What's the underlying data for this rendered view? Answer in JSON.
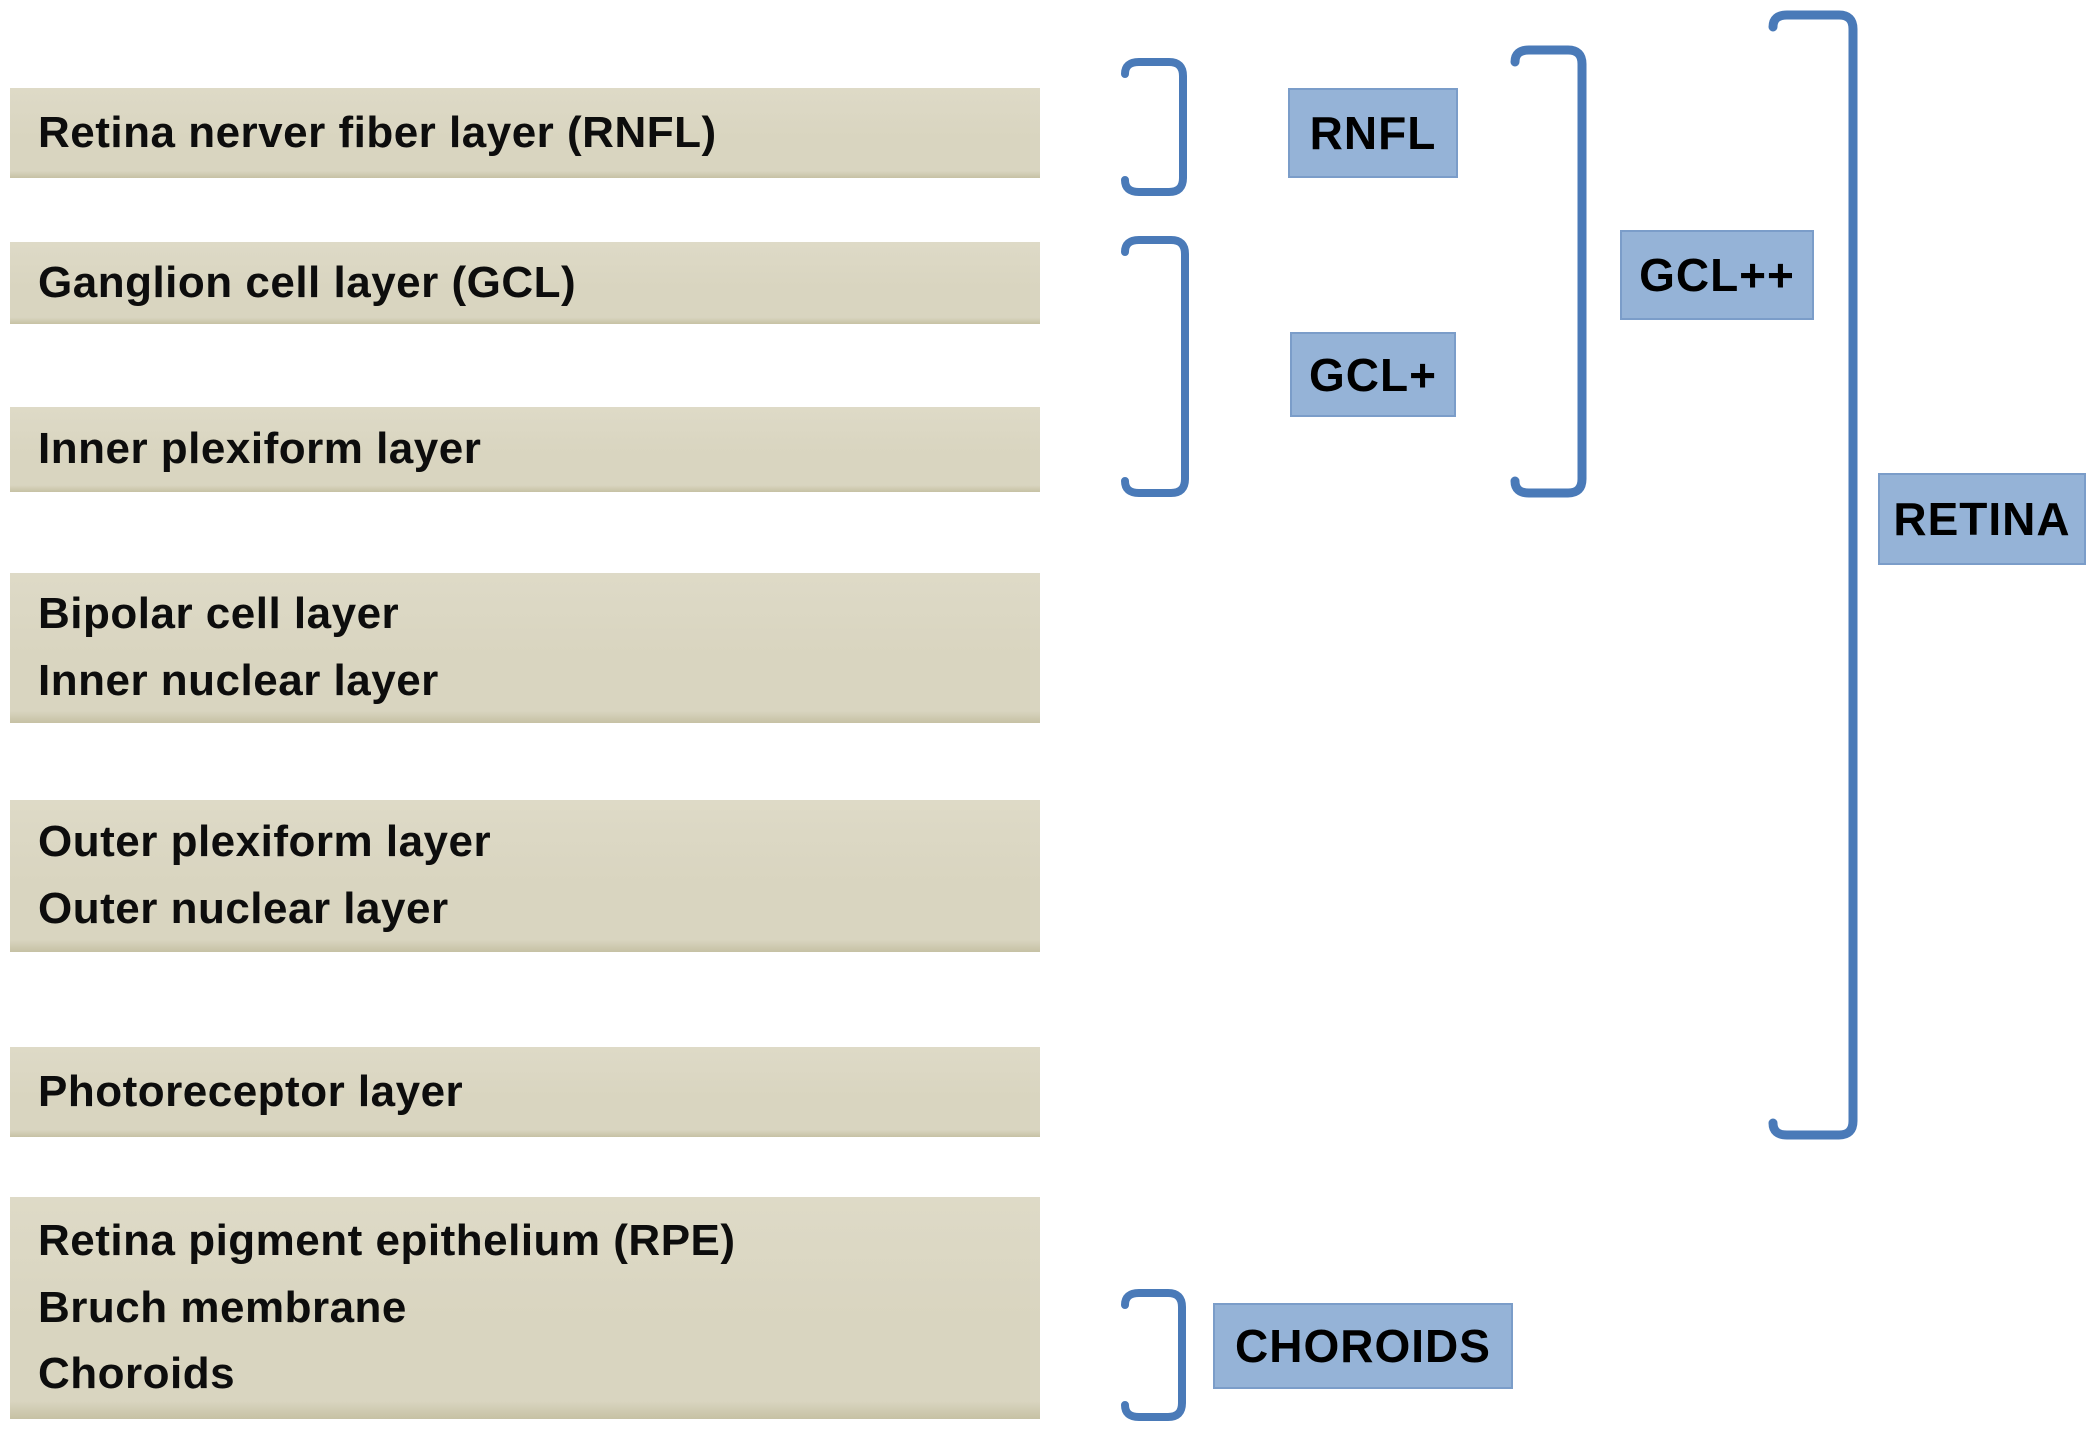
{
  "layers": [
    {
      "lines": [
        "Retina nerver fiber layer (RNFL)"
      ]
    },
    {
      "lines": [
        "Ganglion cell layer (GCL)"
      ]
    },
    {
      "lines": [
        "Inner plexiform layer"
      ]
    },
    {
      "lines": [
        "Bipolar cell layer",
        "Inner nuclear layer"
      ]
    },
    {
      "lines": [
        "Outer plexiform layer",
        "Outer nuclear layer"
      ]
    },
    {
      "lines": [
        "Photoreceptor layer"
      ]
    },
    {
      "lines": [
        "Retina pigment epithelium (RPE)",
        "Bruch membrane",
        "Choroids"
      ]
    }
  ],
  "tags": {
    "rnfl": "RNFL",
    "gcl_plus": "GCL+",
    "gcl_plus_plus": "GCL++",
    "retina": "RETINA",
    "choroids": "CHOROIDS"
  },
  "colors": {
    "background": "#ffffff",
    "bar_fill": "#d9d5c0",
    "bar_text": "#0d0d0d",
    "tag_fill": "#95b3d7",
    "tag_border": "#7b9dc9",
    "tag_text": "#000000",
    "bracket_stroke": "#4a7ab8"
  }
}
